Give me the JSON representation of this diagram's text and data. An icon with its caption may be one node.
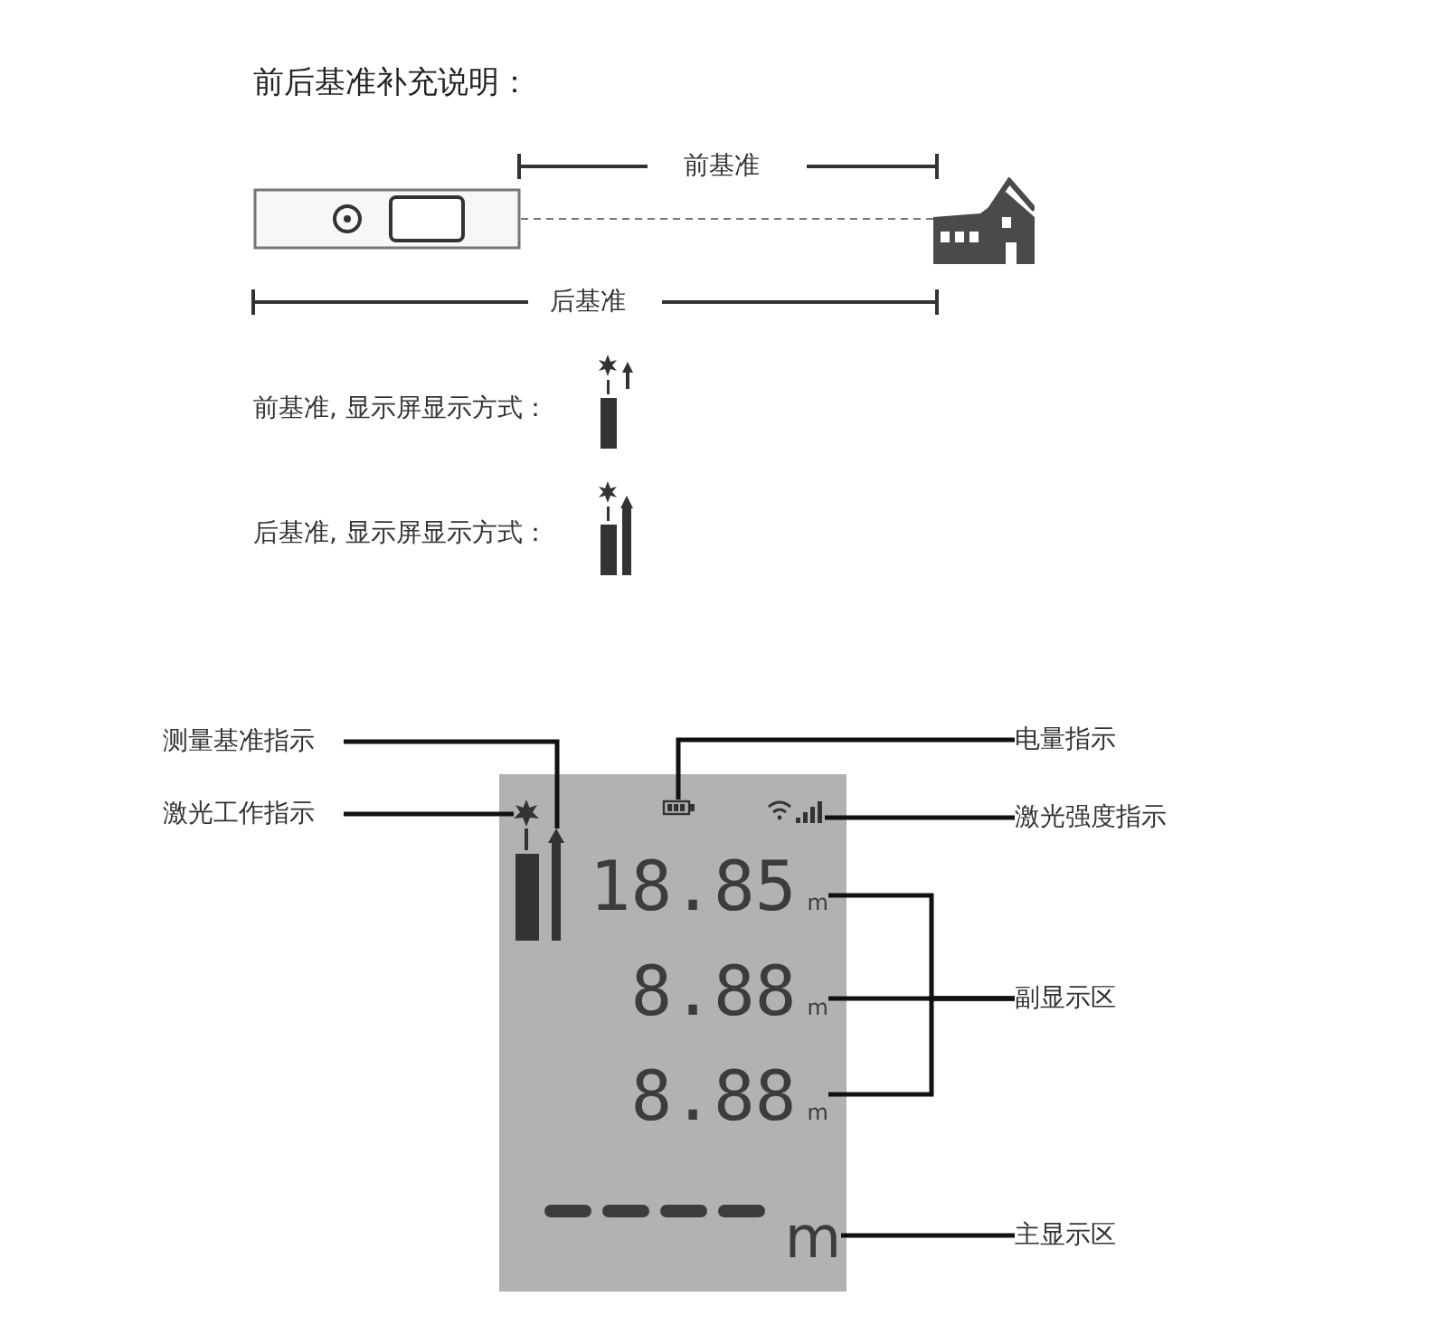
{
  "diagram": {
    "title": "前后基准补充说明：",
    "nodes": [
      {
        "text": [],
        "shape": "picture"
      },
      {
        "text": [],
        "shape": "picture"
      },
      {
        "text": [
          "测量基准指示"
        ]
      },
      {
        "text": [
          "电量指示"
        ]
      },
      {
        "text": [
          "激光工作指示"
        ]
      },
      {
        "text": [
          "激光强度指示"
        ]
      },
      {
        "text": [],
        "shape": "box"
      },
      {
        "text": [],
        "shape": "picture",
        "in": 6
      },
      {
        "text": [],
        "shape": "picture",
        "in": 6
      },
      {
        "text": [],
        "shape": "picture",
        "in": 6
      },
      {
        "text": [],
        "shape": "picture",
        "in": 6
      },
      {
        "text": [
          "18.85",
          "m"
        ],
        "in": 6
      },
      {
        "text": [
          "8.88",
          "m"
        ],
        "in": 6
      },
      {
        "text": [
          "8.88",
          "m"
        ],
        "in": 6
      },
      {
        "text": [
          "副显示区"
        ]
      },
      {
        "text": [
          "m"
        ],
        "in": 6
      },
      {
        "text": [
          "主显示区"
        ]
      }
    ],
    "edges": [
      {
        "from": 0,
        "to": 1,
        "arrow": "none",
        "style": "dashed",
        "color": "#777777"
      },
      {
        "from": 2,
        "to": 8,
        "arrow": "none"
      },
      {
        "from": 4,
        "to": 7,
        "arrow": "none"
      },
      {
        "from": 3,
        "to": 9,
        "arrow": "none"
      },
      {
        "from": 5,
        "to": 10,
        "arrow": "none"
      },
      {
        "from": 14,
        "to": 11,
        "arrow": "none"
      },
      {
        "from": 14,
        "to": 12,
        "arrow": "none"
      },
      {
        "from": 14,
        "to": 13,
        "arrow": "none"
      },
      {
        "from": 16,
        "to": 15,
        "arrow": "none"
      }
    ],
    "labels": [
      "前基准",
      "后基准",
      "前基准, 显示屏显示方式：",
      "后基准, 显示屏显示方式："
    ]
  }
}
